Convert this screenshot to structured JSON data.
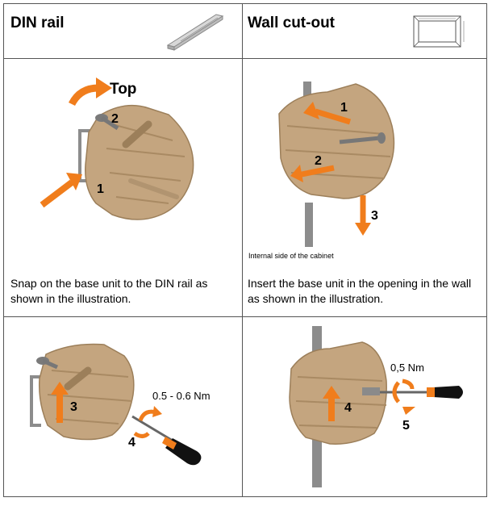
{
  "header": {
    "din_rail": "DIN rail",
    "wall_cutout": "Wall cut-out"
  },
  "row1": {
    "left": {
      "top_label": "Top",
      "step_1": "1",
      "step_2": "2",
      "caption": "Snap on the base unit to the DIN rail as shown in the illustration."
    },
    "right": {
      "step_1": "1",
      "step_2": "2",
      "step_3": "3",
      "note": "Internal side of the cabinet",
      "caption": "Insert the base unit in the opening in the wall as shown in the illustration."
    }
  },
  "row2": {
    "left": {
      "step_3": "3",
      "step_4": "4",
      "torque": "0.5 - 0.6 Nm"
    },
    "right": {
      "step_4": "4",
      "step_5": "5",
      "torque": "0,5 Nm"
    }
  },
  "colors": {
    "housing": "#C4A57F",
    "housing_dark": "#9C7F5A",
    "arrow": "#F07D1C",
    "rail": "#8C8C8C",
    "border": "#555555"
  }
}
